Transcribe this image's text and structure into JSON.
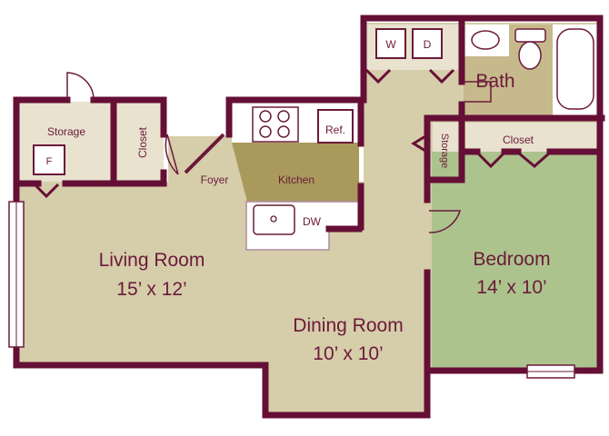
{
  "colors": {
    "wall": "#650f36",
    "floor_main": "#d6cdaa",
    "floor_light": "#e8e2cf",
    "kitchen": "#a99a5c",
    "bath": "#c6b98c",
    "bedroom": "#adc38e",
    "fixture": "#ffffff",
    "label": "#6b1a3a"
  },
  "rooms": {
    "living_room": {
      "name": "Living Room",
      "size": "15’ x 12’"
    },
    "dining_room": {
      "name": "Dining Room",
      "size": "10’ x 10’"
    },
    "bedroom": {
      "name": "Bedroom",
      "size": "14’ x 10’"
    },
    "kitchen": {
      "name": "Kitchen"
    },
    "bath": {
      "name": "Bath"
    },
    "foyer": {
      "name": "Foyer"
    },
    "storage_left": {
      "name": "Storage"
    },
    "closet_left": {
      "name": "Closet"
    },
    "storage_right": {
      "name": "Storage"
    },
    "closet_bedroom": {
      "name": "Closet"
    }
  },
  "fixtures": {
    "furnace": "F",
    "refrigerator": "Ref.",
    "dishwasher": "DW",
    "washer": "W",
    "dryer": "D"
  }
}
